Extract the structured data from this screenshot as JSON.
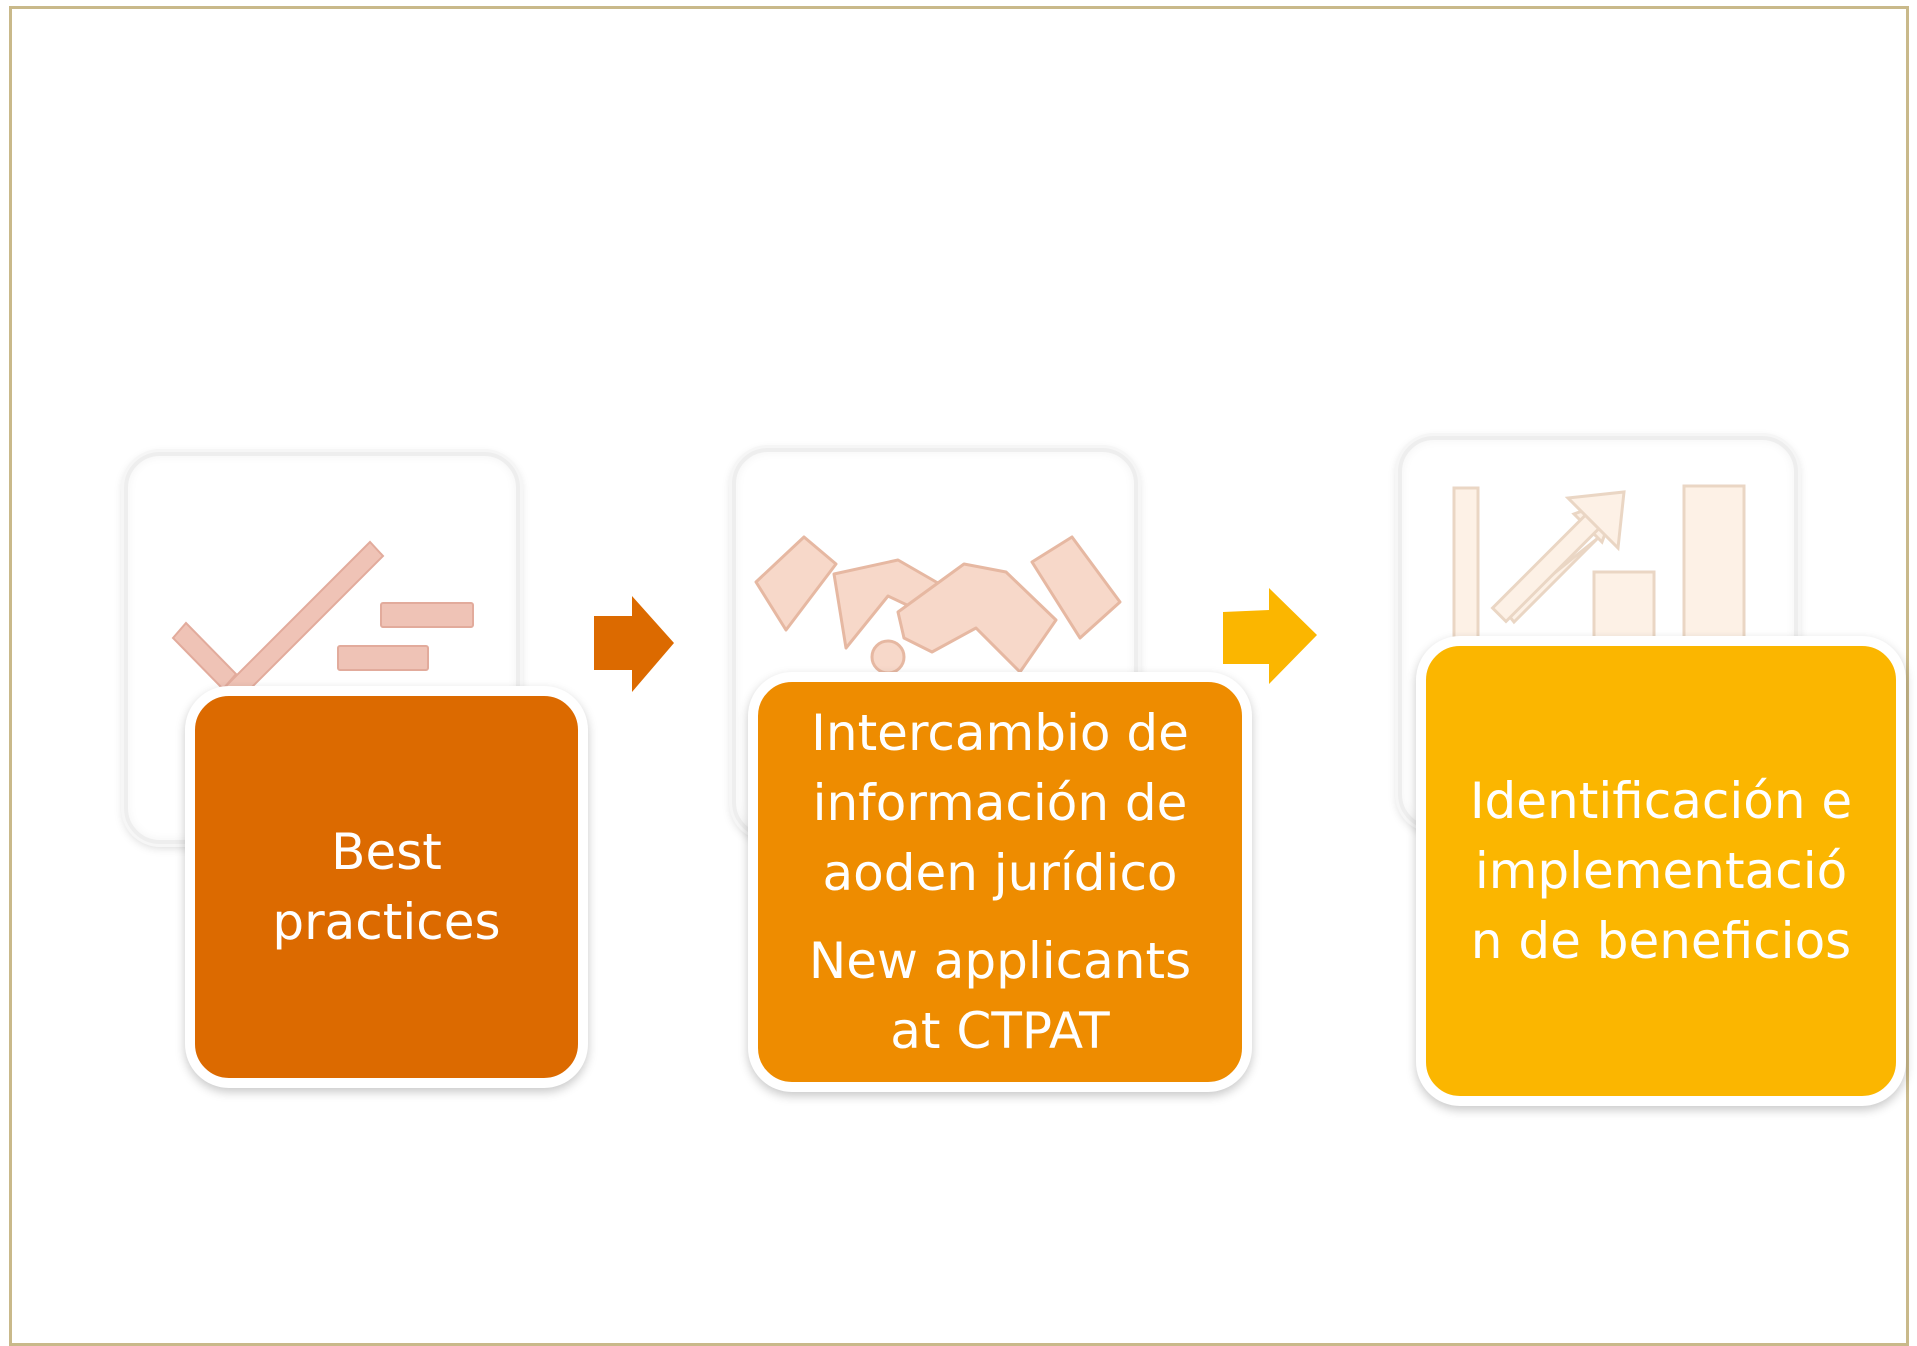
{
  "steps": [
    {
      "icon": "checklist-icon",
      "color": "#dc6a00",
      "lines": [
        "Best",
        "practices"
      ]
    },
    {
      "icon": "handshake-icon",
      "color": "#ee8c00",
      "lines": [
        "Intercambio de",
        "información de",
        "aoden jurídico"
      ],
      "lines2": [
        "New applicants",
        "at CTPAT"
      ]
    },
    {
      "icon": "growth-chart-icon",
      "color": "#fbb600",
      "lines": [
        "Identificación e",
        "implementació",
        "n de beneficios"
      ]
    }
  ],
  "connectors": [
    {
      "icon": "right-arrow-icon",
      "color": "#dc6a00"
    },
    {
      "icon": "right-arrow-icon",
      "color": "#fbb600"
    }
  ],
  "frame_color": "#c9b98a"
}
